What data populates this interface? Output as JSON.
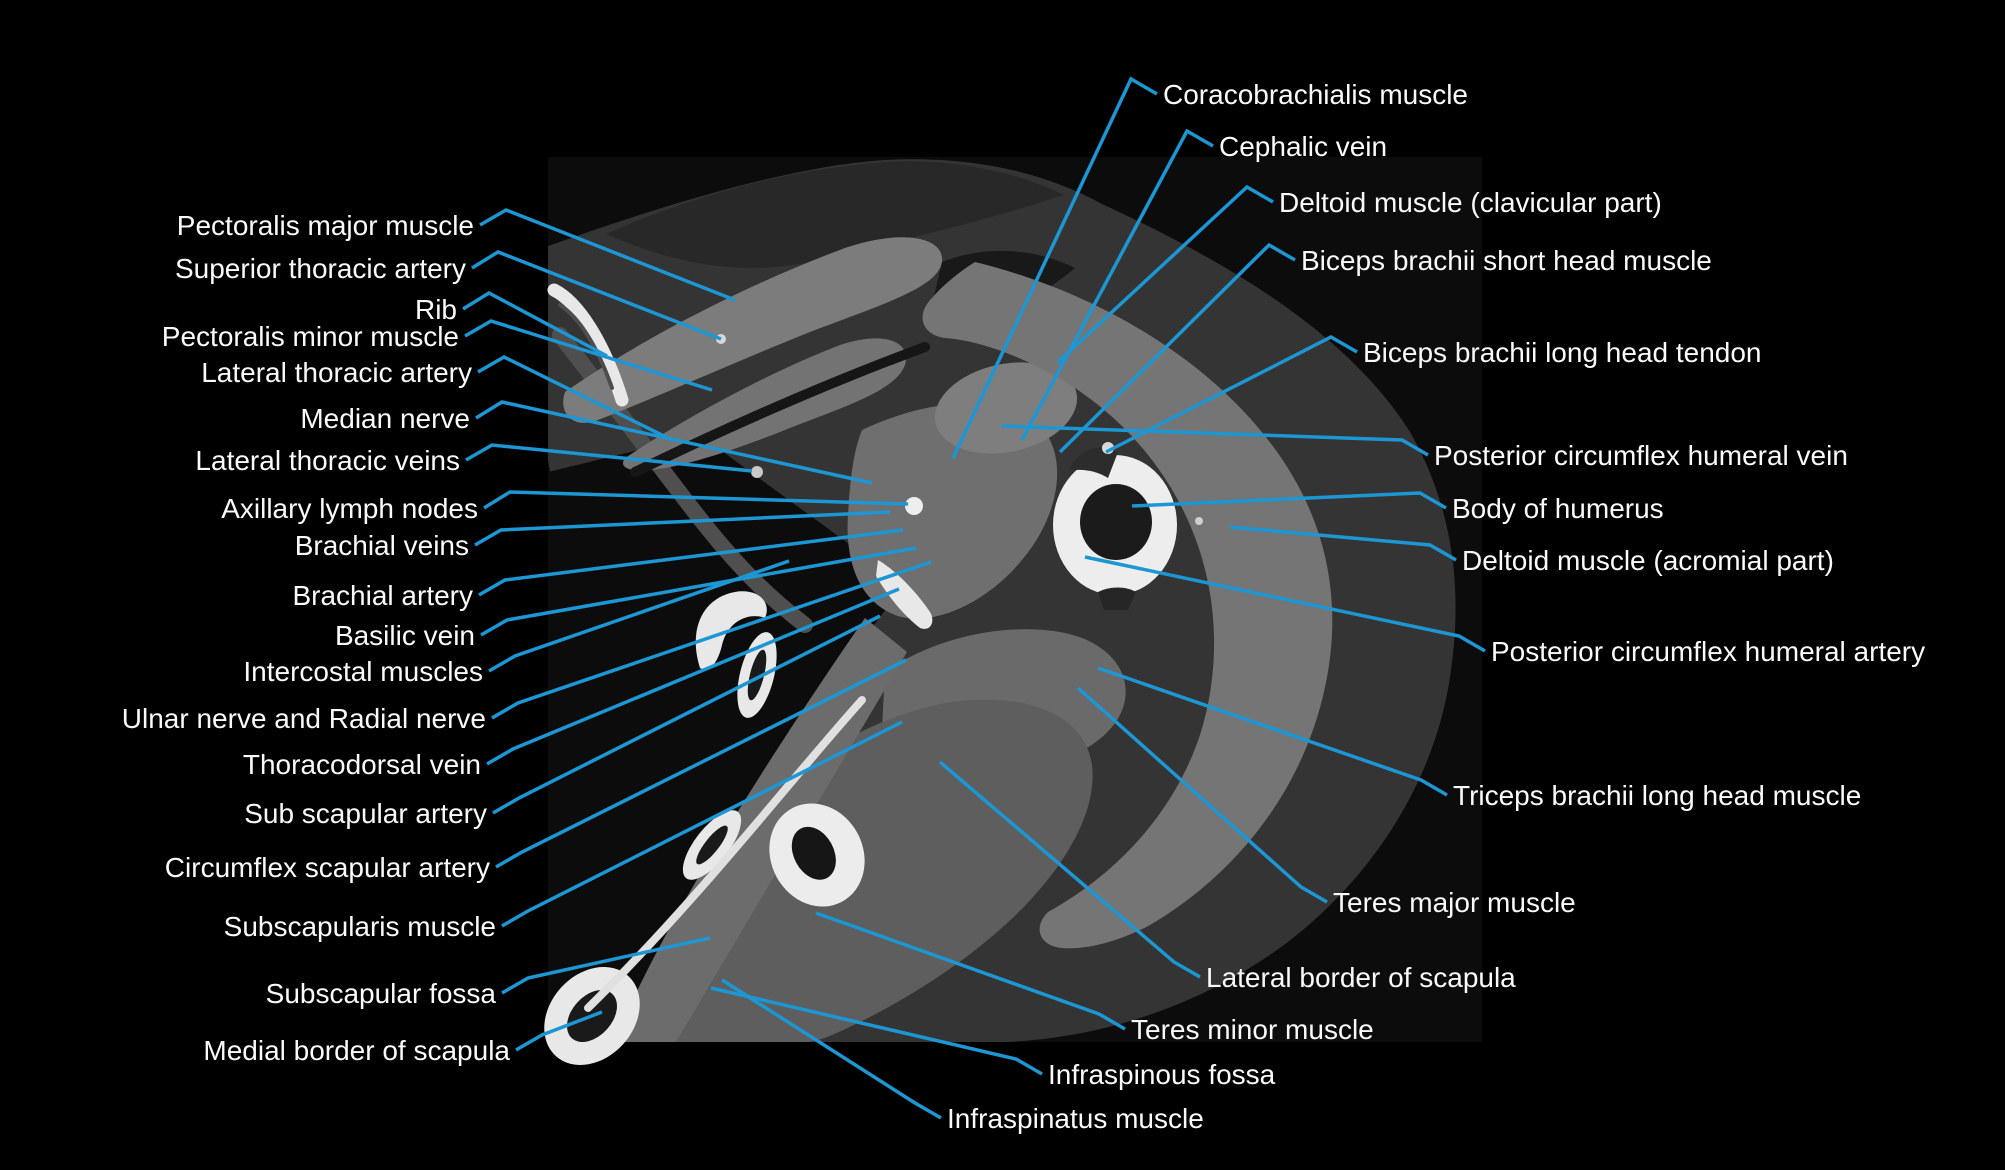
{
  "figure": {
    "kind": "axial CT cross-section of the shoulder with anatomical annotations"
  },
  "colors": {
    "page_background": "#000000",
    "ct_background": "#0c0c0c",
    "leader_line": "#1d96d4",
    "label_text": "#fafafa",
    "bone": "#ededed",
    "fat_tissue": "#343434",
    "muscle_tissue": "#767676"
  },
  "annotations": {
    "left": [
      {
        "text": "Pectoralis major muscle"
      },
      {
        "text": "Superior thoracic artery"
      },
      {
        "text": "Rib"
      },
      {
        "text": "Pectoralis minor muscle"
      },
      {
        "text": "Lateral thoracic artery"
      },
      {
        "text": "Median nerve"
      },
      {
        "text": "Lateral thoracic veins"
      },
      {
        "text": "Axillary lymph nodes"
      },
      {
        "text": "Brachial veins"
      },
      {
        "text": "Brachial artery"
      },
      {
        "text": "Basilic vein"
      },
      {
        "text": "Intercostal muscles"
      },
      {
        "text": "Ulnar nerve and Radial nerve"
      },
      {
        "text": "Thoracodorsal vein"
      },
      {
        "text": "Sub scapular artery"
      },
      {
        "text": "Circumflex scapular artery"
      },
      {
        "text": "Subscapularis muscle"
      },
      {
        "text": "Subscapular fossa"
      },
      {
        "text": "Medial border of scapula"
      }
    ],
    "right": [
      {
        "text": "Coracobrachialis muscle"
      },
      {
        "text": "Cephalic vein"
      },
      {
        "text": "Deltoid muscle (clavicular part)"
      },
      {
        "text": "Biceps brachii short head muscle"
      },
      {
        "text": "Biceps brachii long head tendon"
      },
      {
        "text": "Posterior circumflex humeral vein"
      },
      {
        "text": "Body of humerus"
      },
      {
        "text": "Deltoid muscle (acromial part)"
      },
      {
        "text": "Posterior circumflex humeral artery"
      },
      {
        "text": "Triceps brachii long head muscle"
      },
      {
        "text": "Teres major muscle"
      },
      {
        "text": "Lateral border of scapula"
      },
      {
        "text": "Teres minor muscle"
      },
      {
        "text": "Infraspinous fossa"
      },
      {
        "text": "Infraspinatus muscle"
      }
    ]
  }
}
